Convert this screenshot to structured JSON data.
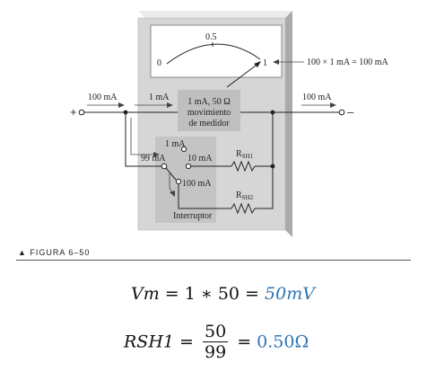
{
  "scale": {
    "mid": "0.5",
    "left": "0",
    "right": "1"
  },
  "annotation_full_scale": "100 × 1 mA  = 100 mA",
  "meter_box": {
    "line1": "1 mA, 50 Ω",
    "line2": "movimiento",
    "line3": "de medidor"
  },
  "currents": {
    "input": "100 mA",
    "meter": "1 mA",
    "output": "100 mA",
    "switch_meter": "1 mA",
    "shunt_total": "99 mA",
    "pos_10": "10 mA",
    "pos_100": "100 mA"
  },
  "terminals": {
    "plus": "+",
    "minus": "–"
  },
  "resistors": {
    "rsh1": {
      "main": "R",
      "sub": "SH1"
    },
    "rsh2": {
      "main": "R",
      "sub": "SH2"
    }
  },
  "switch_label": "Interruptor",
  "figure_caption": "▲ FIGURA 6–50",
  "equations": {
    "eq1": {
      "lhs": "Vm",
      "mid": " = 1 ∗ 50 = ",
      "result": "50mV"
    },
    "eq2": {
      "lhs": "RSH1",
      "eqsign": " = ",
      "num": "50",
      "den": "99",
      "eqsign2": " = ",
      "result": "0.50Ω"
    }
  },
  "colors": {
    "device_body": "#d6d6d6",
    "panel": "#bfbfbf",
    "result": "#2e75b6"
  }
}
